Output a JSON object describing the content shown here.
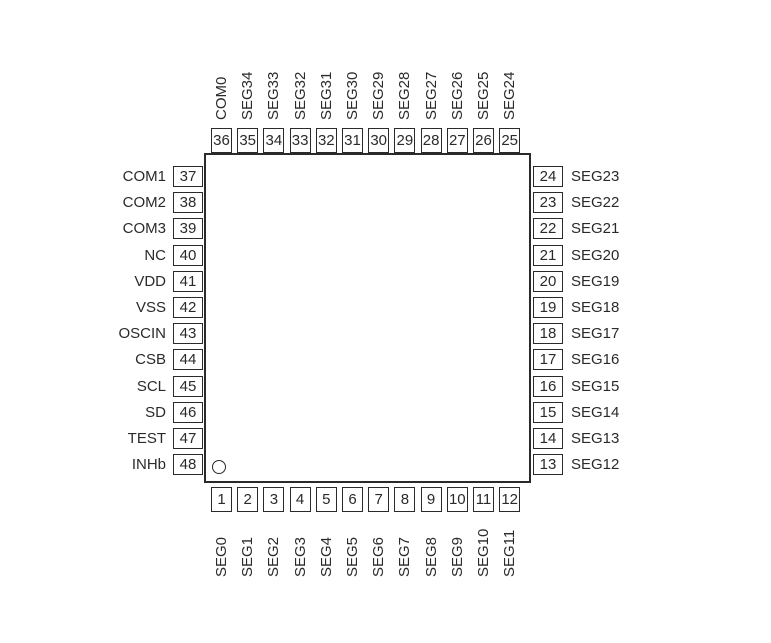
{
  "top_pins": [
    {
      "num": "36",
      "name": "COM0"
    },
    {
      "num": "35",
      "name": "SEG34"
    },
    {
      "num": "34",
      "name": "SEG33"
    },
    {
      "num": "33",
      "name": "SEG32"
    },
    {
      "num": "32",
      "name": "SEG31"
    },
    {
      "num": "31",
      "name": "SEG30"
    },
    {
      "num": "30",
      "name": "SEG29"
    },
    {
      "num": "29",
      "name": "SEG28"
    },
    {
      "num": "28",
      "name": "SEG27"
    },
    {
      "num": "27",
      "name": "SEG26"
    },
    {
      "num": "26",
      "name": "SEG25"
    },
    {
      "num": "25",
      "name": "SEG24"
    }
  ],
  "bottom_pins": [
    {
      "num": "1",
      "name": "SEG0"
    },
    {
      "num": "2",
      "name": "SEG1"
    },
    {
      "num": "3",
      "name": "SEG2"
    },
    {
      "num": "4",
      "name": "SEG3"
    },
    {
      "num": "5",
      "name": "SEG4"
    },
    {
      "num": "6",
      "name": "SEG5"
    },
    {
      "num": "7",
      "name": "SEG6"
    },
    {
      "num": "8",
      "name": "SEG7"
    },
    {
      "num": "9",
      "name": "SEG8"
    },
    {
      "num": "10",
      "name": "SEG9"
    },
    {
      "num": "11",
      "name": "SEG10"
    },
    {
      "num": "12",
      "name": "SEG11"
    }
  ],
  "left_pins": [
    {
      "num": "37",
      "name": "COM1"
    },
    {
      "num": "38",
      "name": "COM2"
    },
    {
      "num": "39",
      "name": "COM3"
    },
    {
      "num": "40",
      "name": "NC"
    },
    {
      "num": "41",
      "name": "VDD"
    },
    {
      "num": "42",
      "name": "VSS"
    },
    {
      "num": "43",
      "name": "OSCIN"
    },
    {
      "num": "44",
      "name": "CSB"
    },
    {
      "num": "45",
      "name": "SCL"
    },
    {
      "num": "46",
      "name": "SD"
    },
    {
      "num": "47",
      "name": "TEST"
    },
    {
      "num": "48",
      "name": "INHb"
    }
  ],
  "right_pins": [
    {
      "num": "24",
      "name": "SEG23"
    },
    {
      "num": "23",
      "name": "SEG22"
    },
    {
      "num": "22",
      "name": "SEG21"
    },
    {
      "num": "21",
      "name": "SEG20"
    },
    {
      "num": "20",
      "name": "SEG19"
    },
    {
      "num": "19",
      "name": "SEG18"
    },
    {
      "num": "18",
      "name": "SEG17"
    },
    {
      "num": "17",
      "name": "SEG16"
    },
    {
      "num": "16",
      "name": "SEG15"
    },
    {
      "num": "15",
      "name": "SEG14"
    },
    {
      "num": "14",
      "name": "SEG13"
    },
    {
      "num": "13",
      "name": "SEG12"
    }
  ]
}
